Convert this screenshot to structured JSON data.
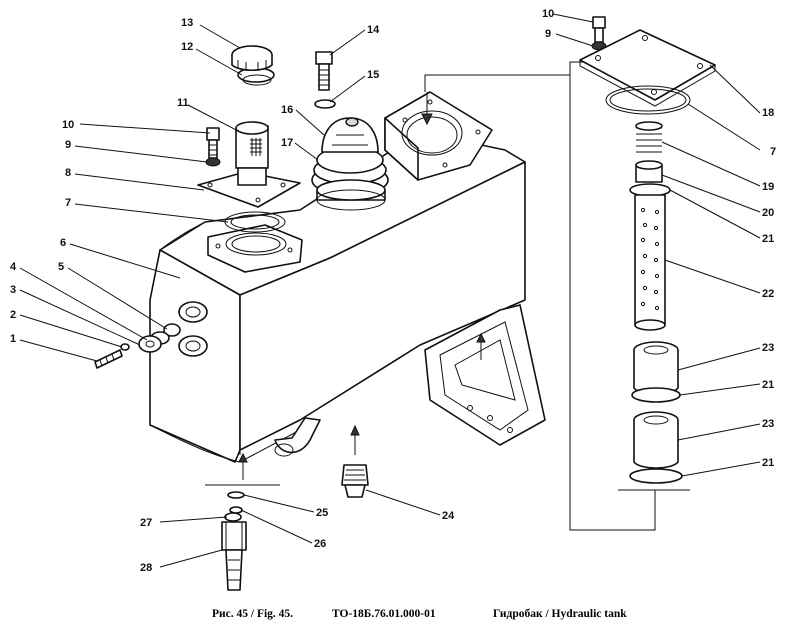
{
  "caption": {
    "figure": "Рис. 45 / Fig. 45.",
    "code": "ТО-18Б.76.01.000-01",
    "title": "Гидробак / Hydraulic tank"
  },
  "callouts": [
    {
      "id": "c13",
      "text": "13"
    },
    {
      "id": "c12",
      "text": "12"
    },
    {
      "id": "c14",
      "text": "14"
    },
    {
      "id": "c15",
      "text": "15"
    },
    {
      "id": "c11",
      "text": "11"
    },
    {
      "id": "c10a",
      "text": "10"
    },
    {
      "id": "c9a",
      "text": "9"
    },
    {
      "id": "c8",
      "text": "8"
    },
    {
      "id": "c7a",
      "text": "7"
    },
    {
      "id": "c16",
      "text": "16"
    },
    {
      "id": "c17",
      "text": "17"
    },
    {
      "id": "c6",
      "text": "6"
    },
    {
      "id": "c4",
      "text": "4"
    },
    {
      "id": "c5",
      "text": "5"
    },
    {
      "id": "c3",
      "text": "3"
    },
    {
      "id": "c2",
      "text": "2"
    },
    {
      "id": "c1",
      "text": "1"
    },
    {
      "id": "c10b",
      "text": "10"
    },
    {
      "id": "c9b",
      "text": "9"
    },
    {
      "id": "c18",
      "text": "18"
    },
    {
      "id": "c7b",
      "text": "7"
    },
    {
      "id": "c19",
      "text": "19"
    },
    {
      "id": "c20",
      "text": "20"
    },
    {
      "id": "c21a",
      "text": "21"
    },
    {
      "id": "c22",
      "text": "22"
    },
    {
      "id": "c23a",
      "text": "23"
    },
    {
      "id": "c21b",
      "text": "21"
    },
    {
      "id": "c23b",
      "text": "23"
    },
    {
      "id": "c21c",
      "text": "21"
    },
    {
      "id": "c25",
      "text": "25"
    },
    {
      "id": "c24",
      "text": "24"
    },
    {
      "id": "c27",
      "text": "27"
    },
    {
      "id": "c26",
      "text": "26"
    },
    {
      "id": "c28",
      "text": "28"
    }
  ]
}
